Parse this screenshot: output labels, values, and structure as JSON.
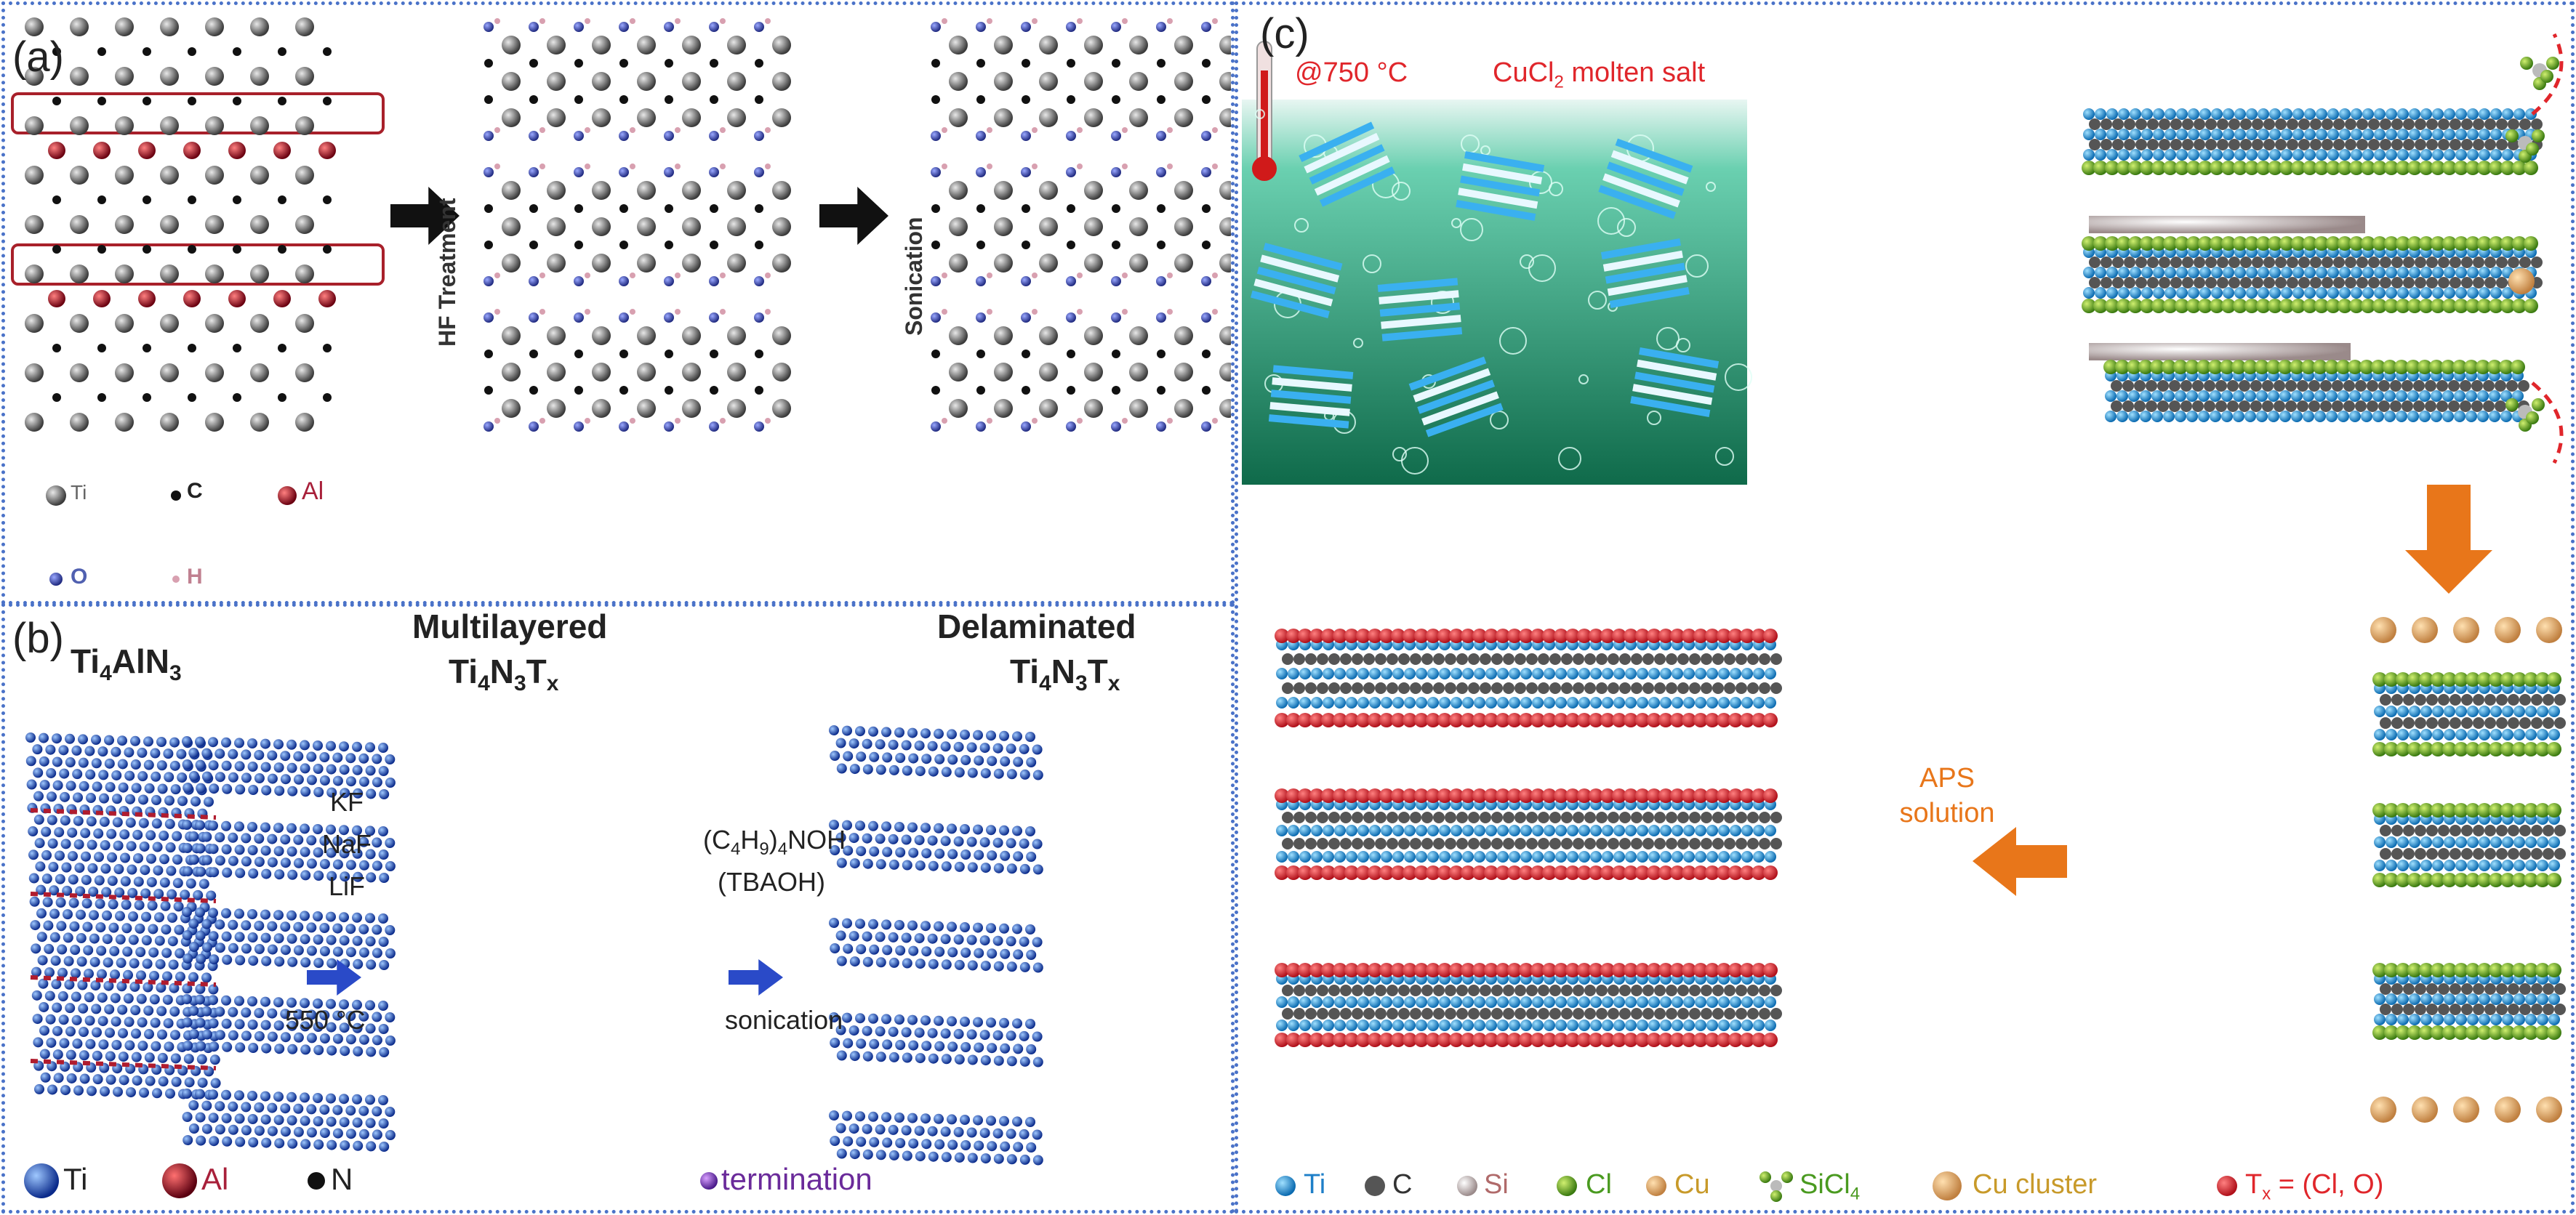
{
  "panel_a": {
    "label": "(a)",
    "step1": "HF Treatment",
    "step2": "Sonication",
    "legend": {
      "ti": "Ti",
      "c": "C",
      "al": "Al",
      "o": "O",
      "h": "H"
    }
  },
  "panel_b": {
    "label": "(b)",
    "precursor": {
      "base": "Ti",
      "sub1": "4",
      "mid": "AlN",
      "sub2": "3"
    },
    "multi_title": "Multilayered",
    "multi_formula": {
      "a": "Ti",
      "s1": "4",
      "b": "N",
      "s2": "3",
      "c": "T",
      "s3": "x"
    },
    "delam_title": "Delaminated",
    "delam_formula": {
      "a": "Ti",
      "s1": "4",
      "b": "N",
      "s2": "3",
      "c": "T",
      "s3": "x"
    },
    "etch_reagents": [
      "KF",
      "NaF",
      "LiF"
    ],
    "etch_temp": "550 °C",
    "delam_reagent": {
      "p1": "(C",
      "s1": "4",
      "p2": "H",
      "s2": "9",
      "p3": ")",
      "s3": "4",
      "p4": "NOH"
    },
    "delam_abbr": "(TBAOH)",
    "delam_method": "sonication",
    "legend": {
      "ti": "Ti",
      "al": "Al",
      "n": "N",
      "term": "termination"
    }
  },
  "panel_c": {
    "label": "(c)",
    "temp": "@750 °C",
    "salt": {
      "p1": "CuCl",
      "s1": "2",
      "p2": " molten salt"
    },
    "aps": [
      "APS",
      "solution"
    ],
    "legend": {
      "ti": "Ti",
      "c": "C",
      "si": "Si",
      "cl": "Cl",
      "cu": "Cu",
      "sicl": {
        "base": "SiCl",
        "sub": "4"
      },
      "cluster": "Cu cluster",
      "tx": {
        "a": "T",
        "sub": "x",
        "b": " = (Cl, O)"
      }
    }
  },
  "colors": {
    "border": "#4a72c8",
    "ti_blue": "#2a9fe0",
    "al_red": "#b01c2e",
    "cl_green": "#7fbf2a",
    "orange": "#e8761a",
    "red_text": "#e0262b",
    "salt_green": "#1e8f6a",
    "nav_blue": "#2a4a9e"
  }
}
